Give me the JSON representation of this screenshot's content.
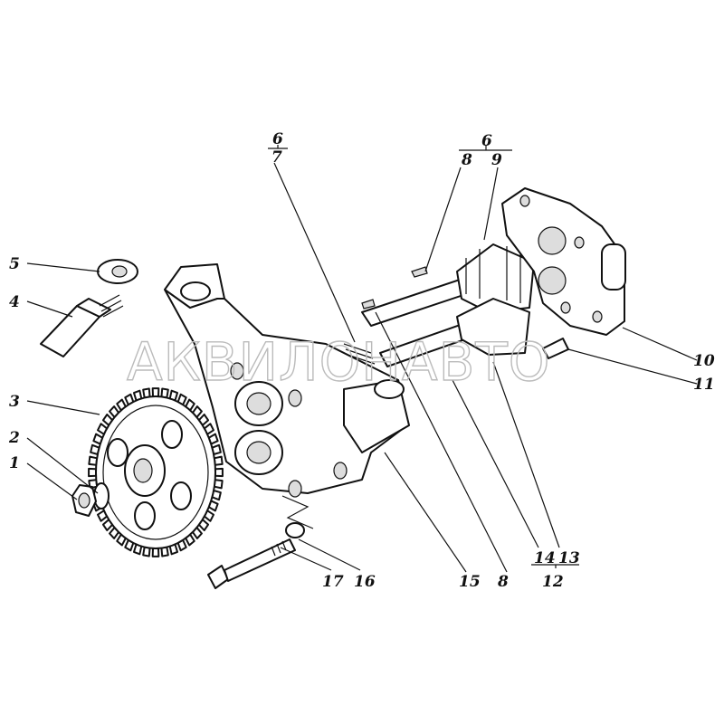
{
  "watermark": "АКВИЛОНАВТО",
  "callouts": {
    "c1": "1",
    "c2": "2",
    "c3": "3",
    "c4": "4",
    "c5": "5",
    "c6a": "6",
    "c7": "7",
    "c6b": "6",
    "c8a": "8",
    "c9": "9",
    "c10": "10",
    "c11": "11",
    "c14": "14",
    "c13": "13",
    "c12": "12",
    "c15": "15",
    "c8b": "8",
    "c16": "16",
    "c17": "17"
  }
}
